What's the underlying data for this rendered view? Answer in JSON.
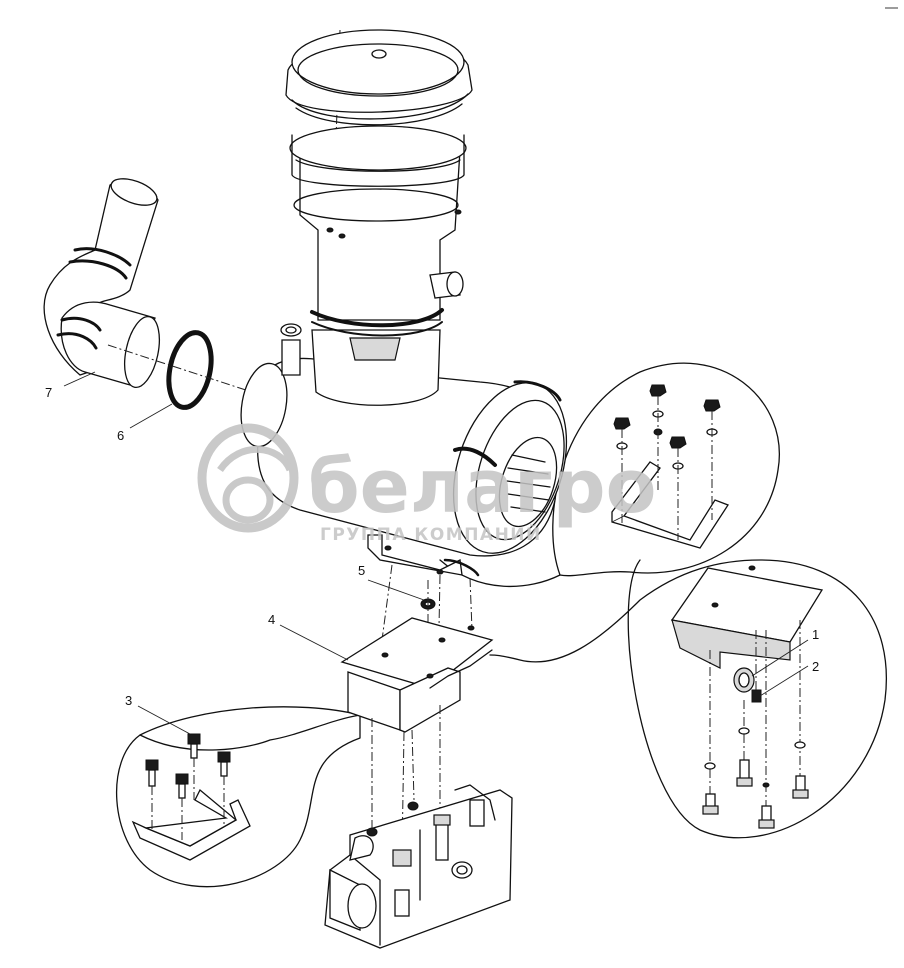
{
  "watermark": {
    "brand": "белагро",
    "tagline": "ГРУППА КОМПАНИЙ"
  },
  "callouts": {
    "c1": "1",
    "c2": "2",
    "c3": "3",
    "c4": "4",
    "c5": "5",
    "c6": "6",
    "c7": "7"
  },
  "colors": {
    "ink": "#111111",
    "watermark": "#c4c4c4"
  }
}
